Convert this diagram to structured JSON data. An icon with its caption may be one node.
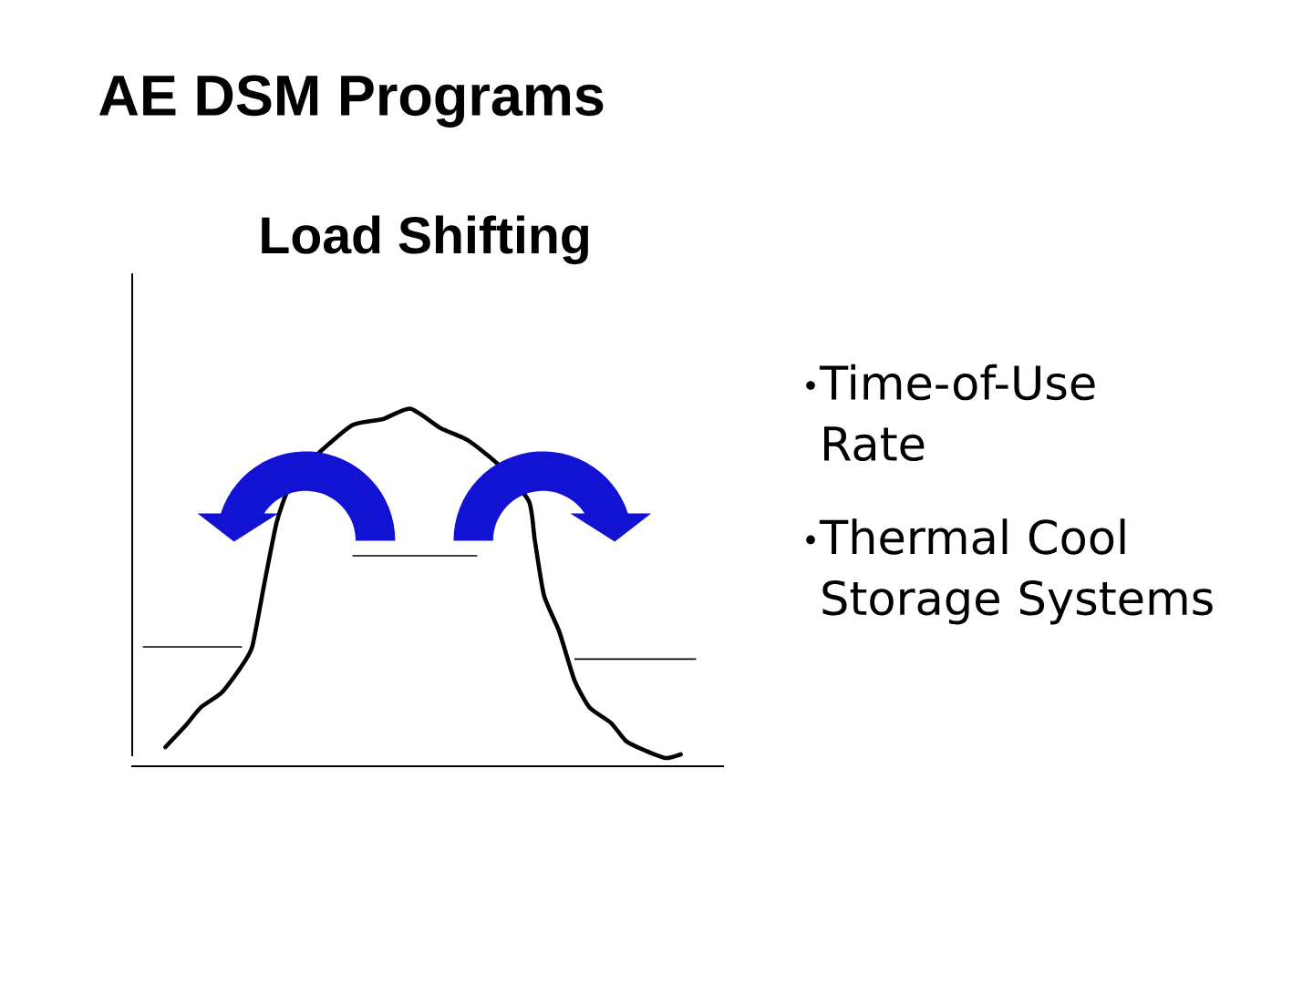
{
  "diagram": {
    "title": "AE DSM Programs",
    "labels": [
      "Load Shifting",
      "Time-of-Use Rate",
      "Thermal Cool Storage Systems"
    ]
  }
}
